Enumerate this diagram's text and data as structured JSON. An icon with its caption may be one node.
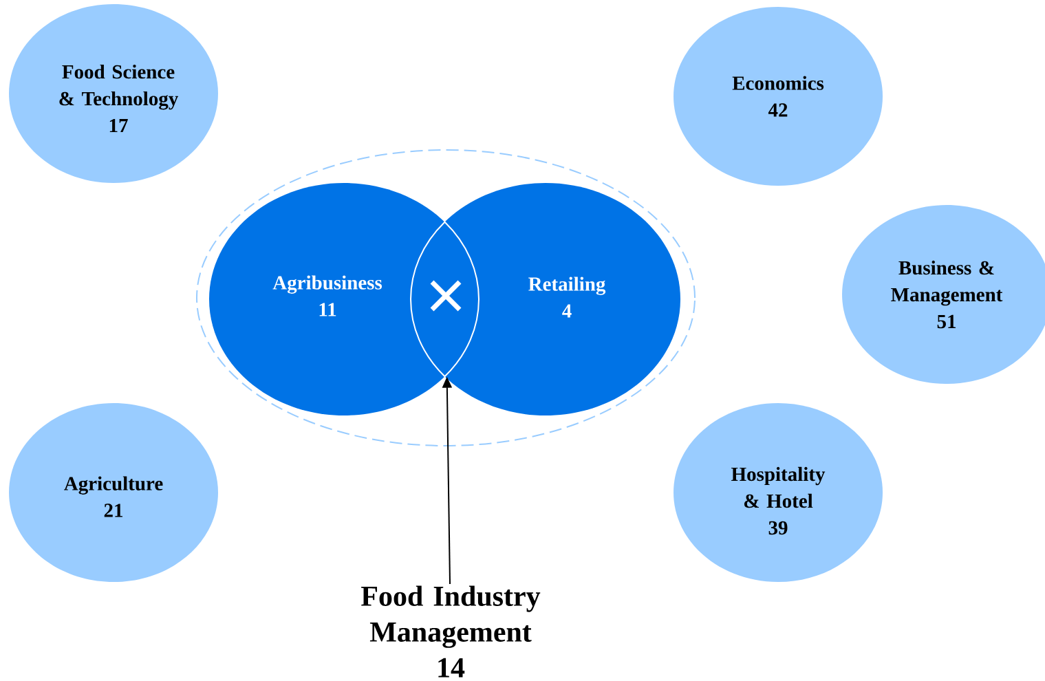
{
  "diagram": {
    "nodes": [
      {
        "text": [
          "Food Science & Technology",
          "17"
        ]
      },
      {
        "text": [
          "Economics",
          "42"
        ]
      },
      {
        "text": [
          "Business & Management",
          "51"
        ]
      },
      {
        "text": [],
        "shape": "ellipse"
      },
      {
        "text": [
          "Agribusiness",
          "11"
        ],
        "in": 3
      },
      {
        "text": [
          "Retailing",
          "4"
        ],
        "in": 3
      },
      {
        "text": [],
        "shape": "lens"
      },
      {
        "text": [
          "Agriculture",
          "21"
        ]
      },
      {
        "text": [
          "Hospitality & Hotel",
          "39"
        ]
      },
      {
        "text": [
          "Food Industry Management",
          "14"
        ]
      }
    ],
    "edges": [
      {
        "from": 9,
        "to": 6,
        "arrow": "to"
      }
    ]
  }
}
